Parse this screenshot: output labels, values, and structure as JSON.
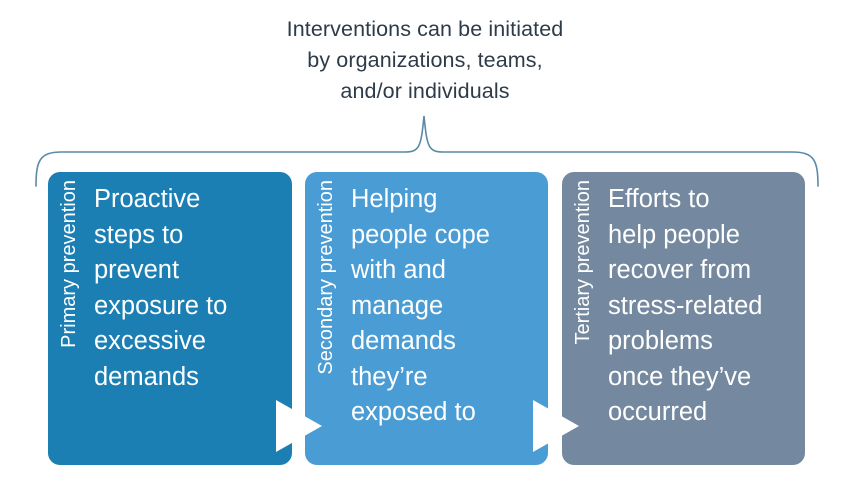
{
  "heading": {
    "text": "Interventions can be initiated\nby organizations, teams,\nand/or individuals",
    "color": "#2e3b48"
  },
  "brace": {
    "name": "curly-brace-connector",
    "color": "#5b8aa6"
  },
  "stages": [
    {
      "id": "primary",
      "side_label": "Primary prevention",
      "body": "Proactive\nsteps to\nprevent\nexposure to\nexcessive\ndemands",
      "color": "#1c7fb3"
    },
    {
      "id": "secondary",
      "side_label": "Secondary prevention",
      "body": "Helping\npeople cope\nwith and\nmanage\ndemands\nthey’re\nexposed to",
      "color": "#4a9cd4"
    },
    {
      "id": "tertiary",
      "side_label": "Tertiary prevention",
      "body": "Efforts to\nhelp people\nrecover from\nstress-related\nproblems\nonce they’ve\noccurred",
      "color": "#74899f"
    }
  ],
  "arrows": [
    {
      "name": "arrow-primary-to-secondary",
      "glyph": "triangle-right-icon"
    },
    {
      "name": "arrow-secondary-to-tertiary",
      "glyph": "triangle-right-icon"
    }
  ]
}
